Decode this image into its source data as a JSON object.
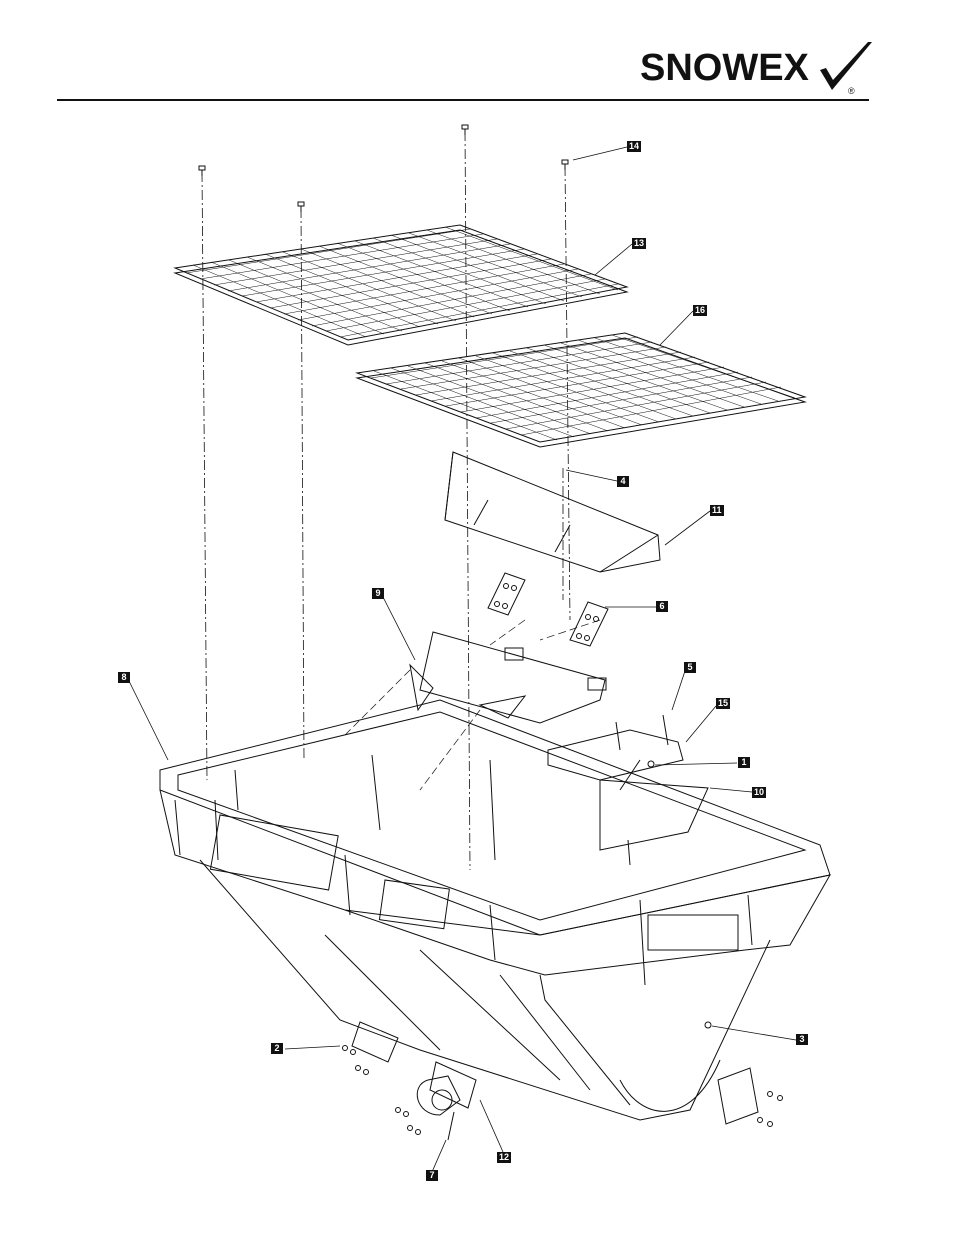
{
  "brand": {
    "logo_text": "SNOWEX",
    "registered_mark": "®"
  },
  "callouts": [
    {
      "id": "c1",
      "label": "1"
    },
    {
      "id": "c2",
      "label": "2"
    },
    {
      "id": "c3",
      "label": "3"
    },
    {
      "id": "c4",
      "label": "4"
    },
    {
      "id": "c5",
      "label": "5"
    },
    {
      "id": "c6",
      "label": "6"
    },
    {
      "id": "c7",
      "label": "7"
    },
    {
      "id": "c8",
      "label": "8"
    },
    {
      "id": "c9",
      "label": "9"
    },
    {
      "id": "c10",
      "label": "10"
    },
    {
      "id": "c11",
      "label": "11"
    },
    {
      "id": "c12",
      "label": "12"
    },
    {
      "id": "c13",
      "label": "13"
    },
    {
      "id": "c14",
      "label": "14"
    },
    {
      "id": "c15",
      "label": "15"
    },
    {
      "id": "c16",
      "label": "16"
    }
  ],
  "colors": {
    "ink": "#111111",
    "paper": "#ffffff"
  }
}
